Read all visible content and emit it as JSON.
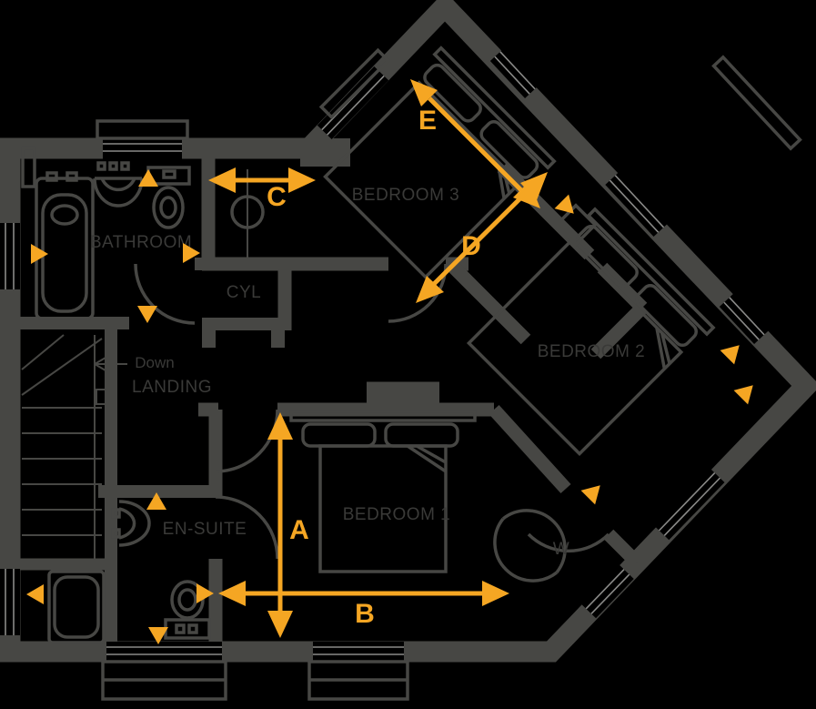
{
  "colors": {
    "background": "#000000",
    "walls": "#474744",
    "labels": "#3a3a38",
    "accent": "#f5a623"
  },
  "rooms": {
    "bathroom": "BATHROOM",
    "cyl": "CYL",
    "landing": "LANDING",
    "down": "Down",
    "ensuite": "EN-SUITE",
    "bedroom1": "BEDROOM 1",
    "bedroom2": "BEDROOM 2",
    "bedroom3": "BEDROOM 3",
    "wardrobe": "W"
  },
  "dimensions": {
    "a": "A",
    "b": "B",
    "c": "C",
    "d": "D",
    "e": "E"
  }
}
